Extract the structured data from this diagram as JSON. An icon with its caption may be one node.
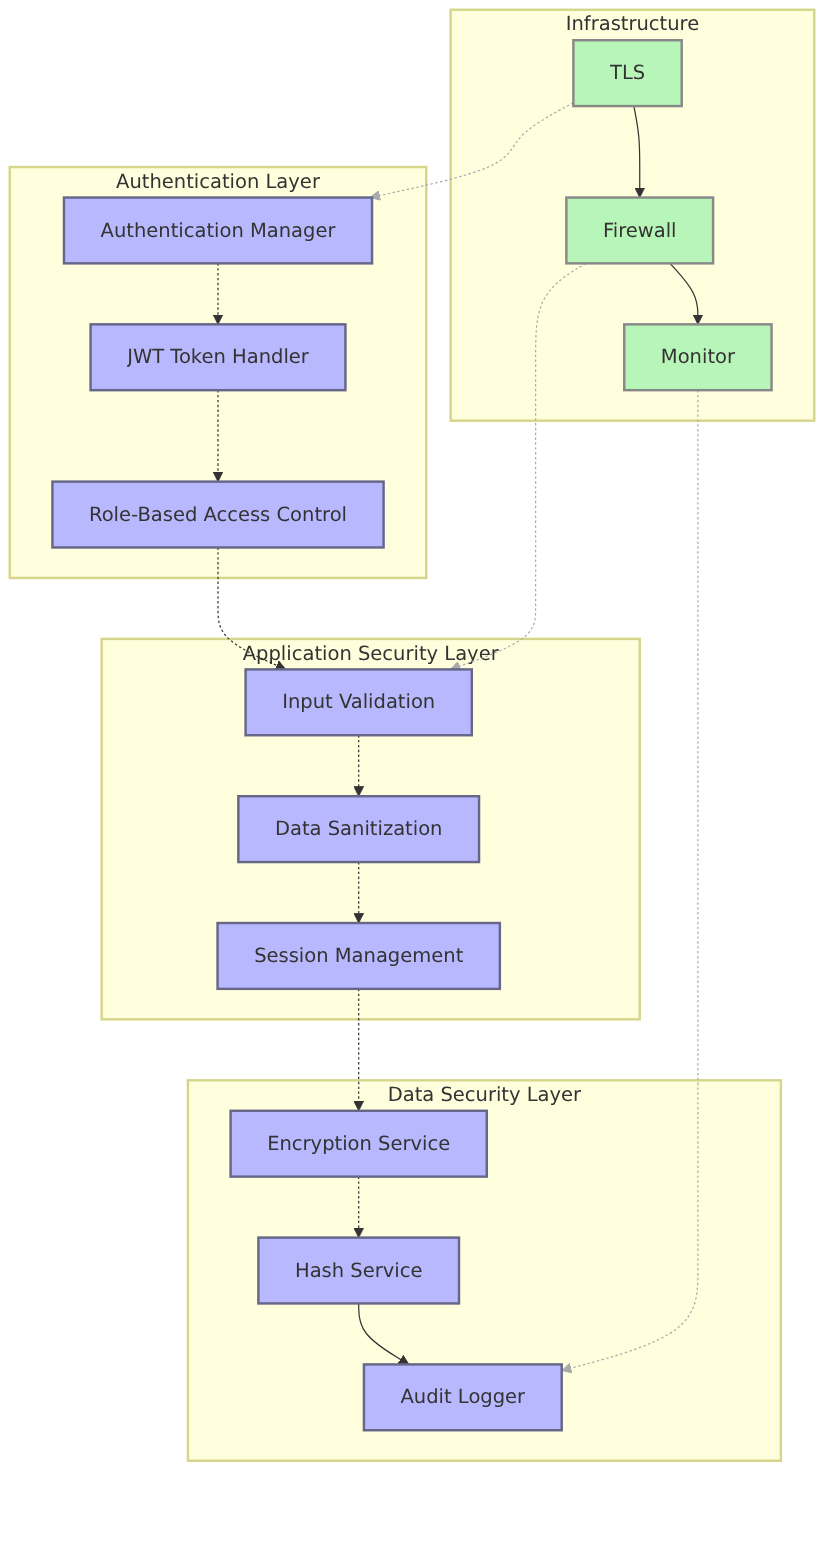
{
  "diagram": {
    "nodes": [
      {
        "text": [
          "Infrastructure"
        ]
      },
      {
        "text": [
          "TLS"
        ],
        "in": 0
      },
      {
        "text": [
          "Firewall"
        ],
        "in": 0
      },
      {
        "text": [
          "Monitor"
        ],
        "in": 0
      },
      {
        "text": [
          "Authentication Layer"
        ]
      },
      {
        "text": [
          "Authentication Manager"
        ],
        "in": 4
      },
      {
        "text": [
          "JWT Token Handler"
        ],
        "in": 4
      },
      {
        "text": [
          "Role-Based Access Control"
        ],
        "in": 4
      },
      {
        "text": [
          "Application Security Layer"
        ]
      },
      {
        "text": [
          "Input Validation"
        ],
        "in": 8
      },
      {
        "text": [
          "Data Sanitization"
        ],
        "in": 8
      },
      {
        "text": [
          "Session Management"
        ],
        "in": 8
      },
      {
        "text": [
          "Data Security Layer"
        ]
      },
      {
        "text": [
          "Encryption Service"
        ],
        "in": 12
      },
      {
        "text": [
          "Hash Service"
        ],
        "in": 12
      },
      {
        "text": [
          "Audit Logger"
        ],
        "in": 12
      }
    ],
    "edges": [
      {
        "from": 1,
        "to": 2,
        "arrow": "to"
      },
      {
        "from": 2,
        "to": 3,
        "arrow": "to"
      },
      {
        "from": 1,
        "to": 5,
        "arrow": "to",
        "style": "dashed",
        "color": "#aaaaaa"
      },
      {
        "from": 5,
        "to": 6,
        "arrow": "to",
        "style": "dashed"
      },
      {
        "from": 6,
        "to": 7,
        "arrow": "to",
        "style": "dashed"
      },
      {
        "from": 7,
        "to": 9,
        "arrow": "to",
        "style": "dashed"
      },
      {
        "from": 2,
        "to": 9,
        "arrow": "to",
        "style": "dashed",
        "color": "#aaaaaa"
      },
      {
        "from": 9,
        "to": 10,
        "arrow": "to",
        "style": "dashed"
      },
      {
        "from": 10,
        "to": 11,
        "arrow": "to",
        "style": "dashed"
      },
      {
        "from": 11,
        "to": 13,
        "arrow": "to",
        "style": "dashed"
      },
      {
        "from": 13,
        "to": 14,
        "arrow": "to",
        "style": "dashed"
      },
      {
        "from": 14,
        "to": 15,
        "arrow": "to"
      },
      {
        "from": 3,
        "to": 15,
        "arrow": "to",
        "style": "dashed",
        "color": "#aaaaaa"
      }
    ]
  }
}
